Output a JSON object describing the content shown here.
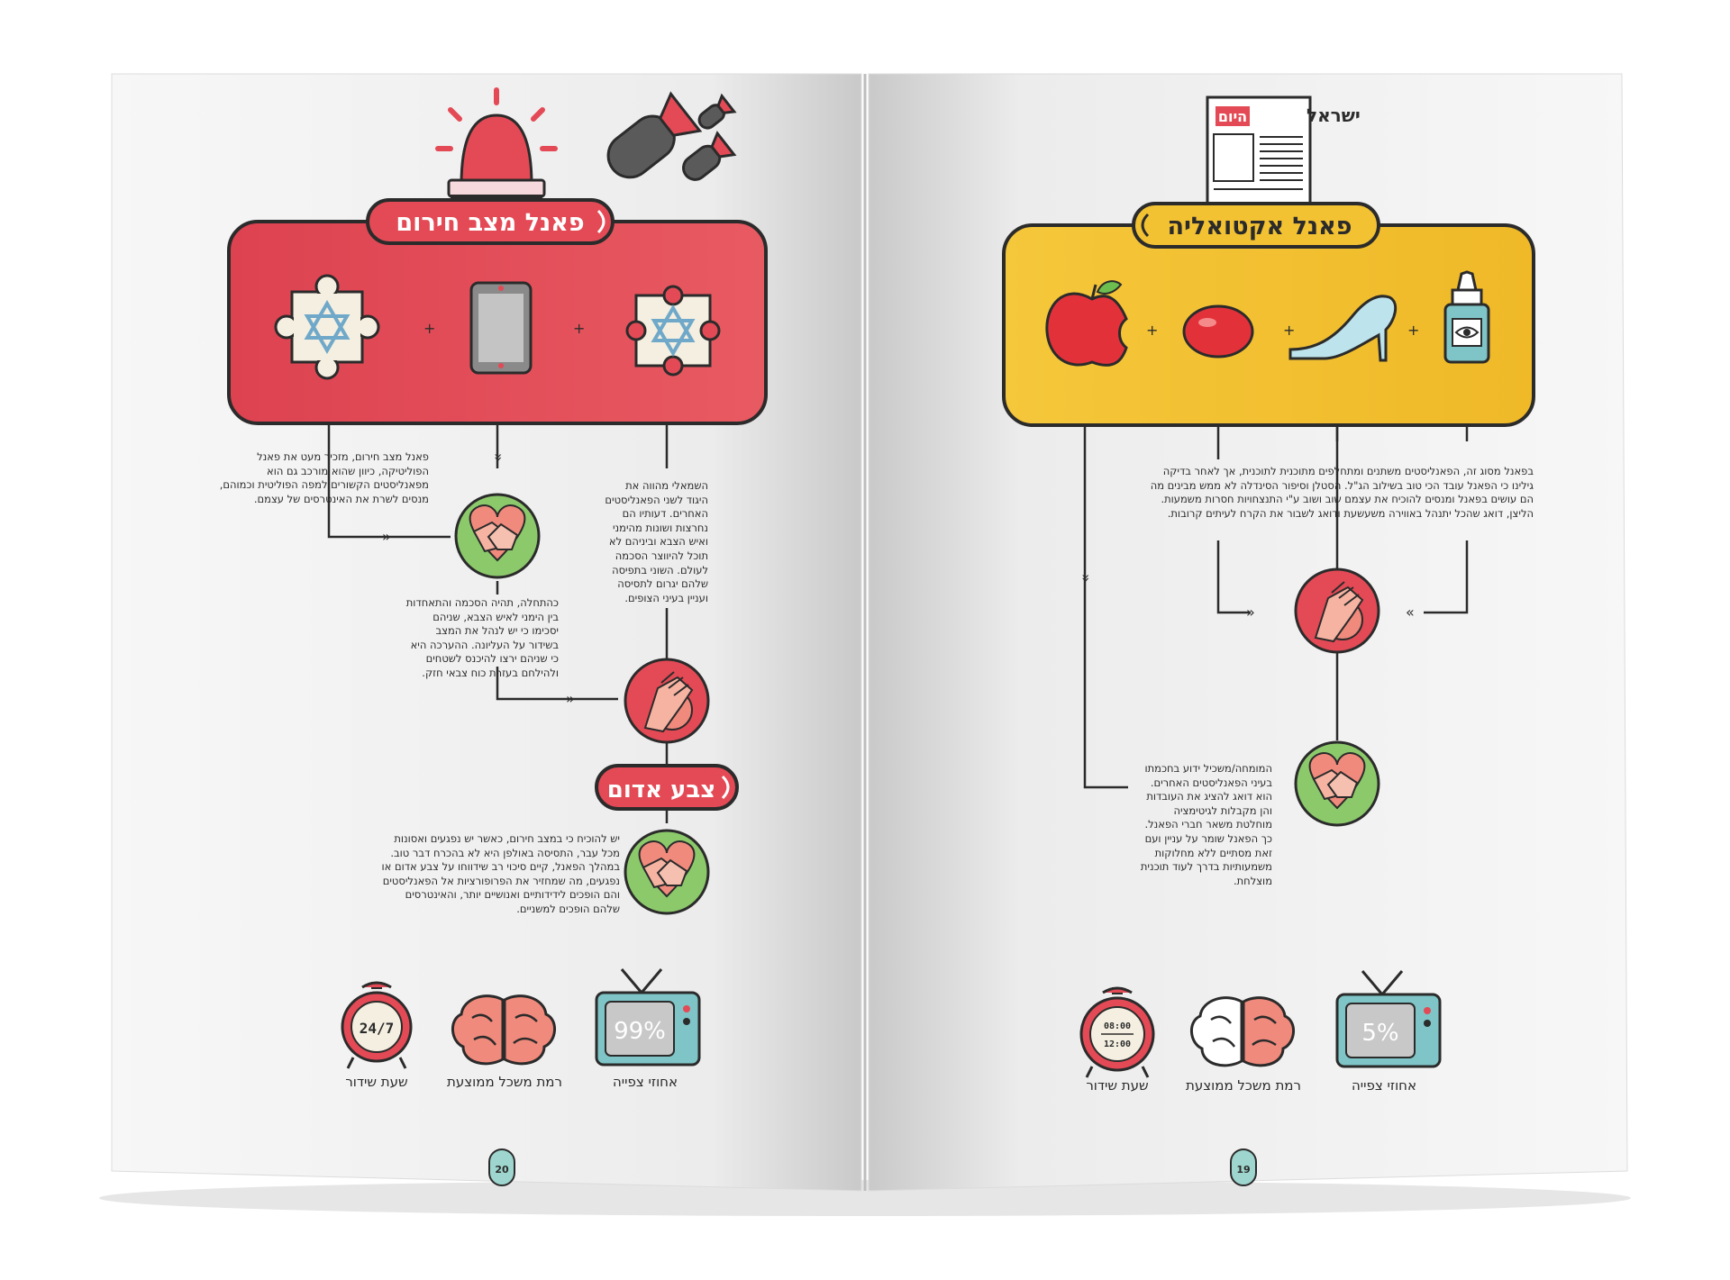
{
  "left_page": {
    "panel_title": "פאנל מצב חירום",
    "section_title": "צבע אדום",
    "page_number": "20",
    "text_top_right": "פאנל מצב חירום, מזכיר מעט את פאנל\nהפוליטיקה, כיוון שהוא מורכב גם הוא\nמפאנליסטים הקשורים למפה הפוליטית וכמוהם,\nמנסים לשרת את האינטרסים של עצמם.",
    "text_left_column": "השמאלי מהווה את\nהיגוד לשני הפאנליסטים\nהאחרים. דעותיו הם\nנחרצות ושונות מהימני\nואיש הצבא וביניהם לא\nתוכל להיווצר הסכמה\nלעולם. השוני בתפיסה\nשלהם יגרום לתסיסה\nועניין בעיני הצופים.",
    "text_middle": "כהתחלה, תהיה הסכמה והתאחדות\nבין הימני לאיש הצבא, שניהם\nיסכימו כי יש לנהל את המצב\nבשידור על העליונה. ההערכה היא\nכי שניהם ירצו להיכנס לשטחים\nולהילחם בעזרת כוח צבאי חזק.",
    "text_bottom": "יש להוכיח כי במצב חירום, כאשר יש נפגעים ואסונות\nמכל עבר, התסיסה באולפן היא לא בהכרח דבר טוב.\nבמהלך הפאנל, קיים סיכוי רב שידווחו על צבע אדום או\nנפגעים, מה שמחזיר את הפרופורציות אל הפאנליסטים\nוהם הופכים לידידותיים ואנושיים יותר, והאינטרסים\nשלהם הופכים למשניים.",
    "stat_viewers_value": "99%",
    "stat_viewers_label": "אחוזי צפייה",
    "stat_brain_label": "רמת משכל ממוצעת",
    "stat_clock_value": "24/7",
    "stat_clock_label": "שעת שידור"
  },
  "right_page": {
    "panel_title": "פאנל אקטואליה",
    "newspaper_name_black": "ישראל",
    "newspaper_name_red": "היום",
    "page_number": "19",
    "text_top": "בפאנל מסוג זה, הפאנליסטים משתנים ומתחלפים מתוכנית לתוכנית, אך לאחר בדיקה\nגילינו כי הפאנל עובד הכי טוב בשילוב הג\"ל. הסטלן וסיפור הסינדלה לא ממש מבינים מה\nהם עושים בפאנל ומנסים להוכיח את עצמם שוב ושוב ע\"י התנצחויות חסרות משמעות.\nהליצן, דואג שהכל יתנהל באווירה משעשעת ודואג לשבור את הקרח לעיתים קרובות.",
    "text_bottom": "המומחה/משכיל  ידוע בחכמתו\nבעיני הפאנליסטים האחרים.\nהוא דואג להציג את העובדות\nוהן מקבלות לגיטימציה\nמוחלטת משאר חברי הפאנל.\nכך הפאנל שומר על עניין ועם\nזאת מסתיים ללא מחלוקות\nמשמעותיות בדרך לעוד תוכנית\nמוצלחת.",
    "stat_viewers_value": "5%",
    "stat_viewers_label": "אחוזי צפייה",
    "stat_brain_label": "רמת משכל ממוצעת",
    "stat_clock_value_1": "08:00",
    "stat_clock_value_2": "12:00",
    "stat_clock_label": "שעת שידור"
  },
  "colors": {
    "red_panel": "#e34a55",
    "yellow_panel": "#f3c232",
    "green_circle": "#8cc96b",
    "tv_teal": "#7fc5c7",
    "dark_outline": "#2b2b2b"
  }
}
